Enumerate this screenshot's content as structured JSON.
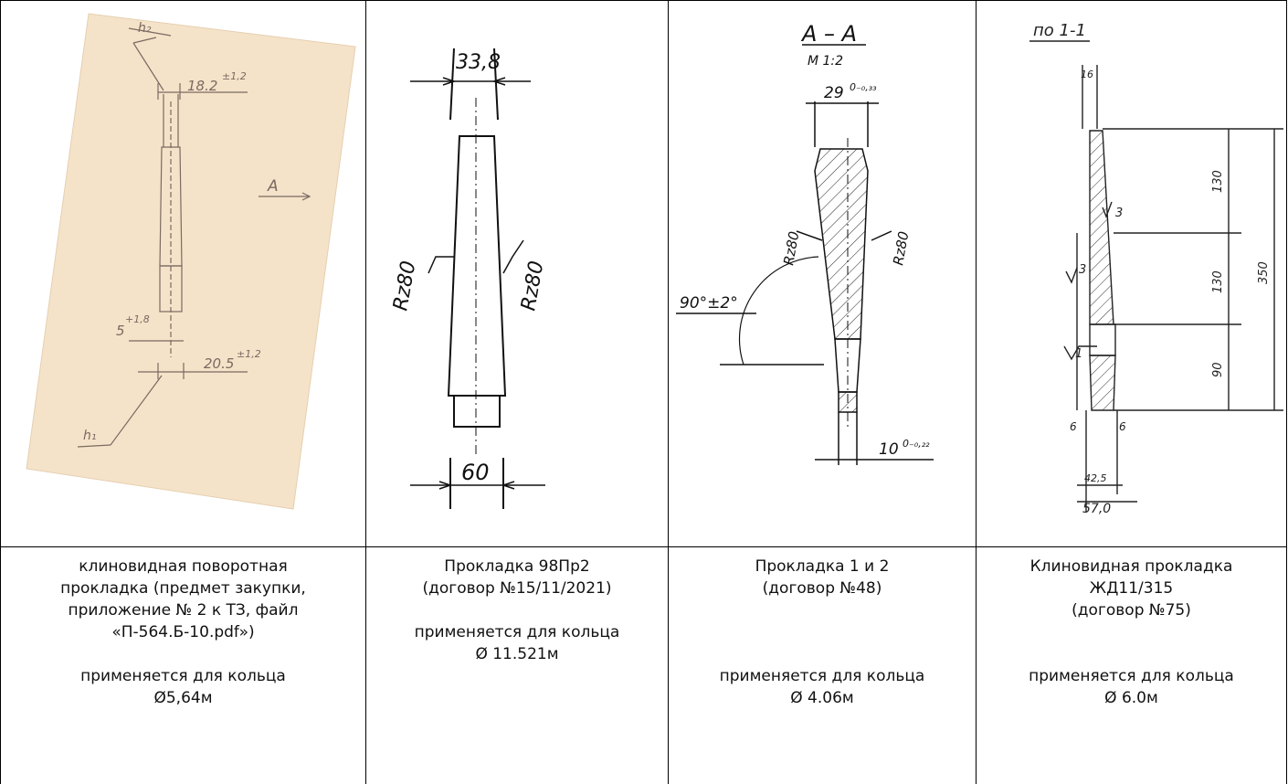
{
  "columns": [
    {
      "drawing": {
        "h2": "h₂",
        "top_dim": "18.2",
        "top_tol": "±1,2",
        "view": "A",
        "mid_dim": "5",
        "mid_tol": "+1,8",
        "bottom_dim": "20.5",
        "bottom_tol": "±1,2",
        "h1": "h₁"
      },
      "caption": {
        "line1": "клиновидная поворотная\nпрокладка (предмет закупки,\nприложение № 2 к ТЗ, файл\n«П-564.Б-10.pdf»)",
        "line2": "применяется для кольца\nØ5,64м"
      }
    },
    {
      "drawing": {
        "top_dim": "33,8",
        "left_rough": "Rz80",
        "right_rough": "Rz80",
        "bottom_dim": "60"
      },
      "caption": {
        "line1": "Прокладка 98Пр2\n(договор №15/11/2021)",
        "line2": "применяется для кольца\nØ 11.521м"
      }
    },
    {
      "drawing": {
        "section": "А – А",
        "scale": "М 1:2",
        "top_dim": "29",
        "top_tol": "0₋₀,₃₃",
        "angle": "90°±2°",
        "left_rough": "Rz80",
        "right_rough": "Rz80",
        "bottom_dim": "10",
        "bottom_tol": "0₋₀,₂₂"
      },
      "caption": {
        "line1": "Прокладка 1 и 2\n(договор №48)",
        "line2": "применяется для кольца\nØ 4.06м"
      }
    },
    {
      "drawing": {
        "section": "по 1-1",
        "top_dim": "16",
        "dim_130a": "130",
        "dim_130b": "130",
        "dim_90": "90",
        "dim_350": "350",
        "mark3a": "3",
        "mark3b": "3",
        "mark1": "1",
        "left_b": "6",
        "right_b": "6",
        "dim_425": "42,5",
        "dim_570": "57,0"
      },
      "caption": {
        "line1": "Клиновидная прокладка\nЖД11/315\n(договор №75)",
        "line2": "применяется для кольца\nØ 6.0м"
      }
    }
  ]
}
